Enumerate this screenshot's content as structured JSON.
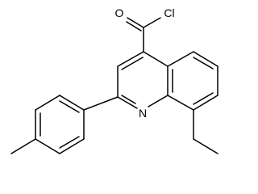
{
  "atoms": {
    "oxygen": "O",
    "chlorine": "Cl",
    "nitrogen": "N"
  },
  "colors": {
    "background": "#ffffff",
    "bond": "#000000",
    "label": "#000000"
  }
}
